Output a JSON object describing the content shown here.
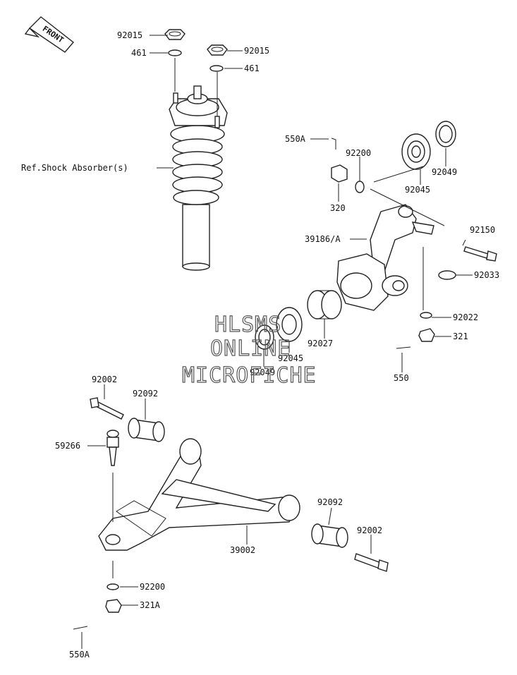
{
  "front_label": "FRONT",
  "watermark": [
    "HLSMS",
    "ONLINE",
    "MICROFICHE"
  ],
  "callouts": [
    {
      "id": "c92015a",
      "text": "92015"
    },
    {
      "id": "c461a",
      "text": "461"
    },
    {
      "id": "c92015b",
      "text": "92015"
    },
    {
      "id": "c461b",
      "text": "461"
    },
    {
      "id": "cshock",
      "text": "Ref.Shock Absorber(s)"
    },
    {
      "id": "c550A_top",
      "text": "550A"
    },
    {
      "id": "c92200_top",
      "text": "92200"
    },
    {
      "id": "c320",
      "text": "320"
    },
    {
      "id": "c92045_top",
      "text": "92045"
    },
    {
      "id": "c92049_top",
      "text": "92049"
    },
    {
      "id": "c39186",
      "text": "39186/A"
    },
    {
      "id": "c92150",
      "text": "92150"
    },
    {
      "id": "c92033",
      "text": "92033"
    },
    {
      "id": "c92022",
      "text": "92022"
    },
    {
      "id": "c321",
      "text": "321"
    },
    {
      "id": "c92027",
      "text": "92027"
    },
    {
      "id": "c92045_mid",
      "text": "92045"
    },
    {
      "id": "c92049_mid",
      "text": "92049"
    },
    {
      "id": "c550",
      "text": "550"
    },
    {
      "id": "c92002_top",
      "text": "92002"
    },
    {
      "id": "c92092_top",
      "text": "92092"
    },
    {
      "id": "c59266",
      "text": "59266"
    },
    {
      "id": "c39002",
      "text": "39002"
    },
    {
      "id": "c92092_bot",
      "text": "92092"
    },
    {
      "id": "c92002_bot",
      "text": "92002"
    },
    {
      "id": "c92200_bot",
      "text": "92200"
    },
    {
      "id": "c321A",
      "text": "321A"
    },
    {
      "id": "c550A_bot",
      "text": "550A"
    }
  ]
}
